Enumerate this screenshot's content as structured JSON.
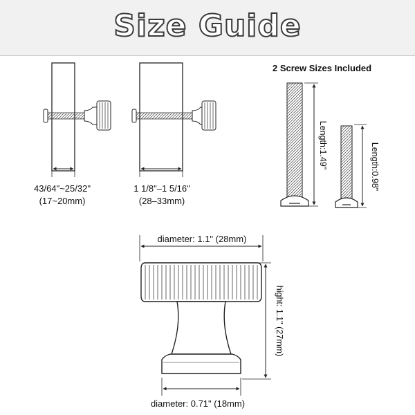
{
  "header": {
    "title": "Size Guide"
  },
  "panels": {
    "thin": {
      "range": "43/64\"~25/32\"",
      "metric": "(17~20mm)"
    },
    "thick": {
      "range": "1 1/8\"–1 5/16\"",
      "metric": "(28–33mm)"
    }
  },
  "screws": {
    "heading": "2 Screw Sizes Included",
    "long_length": "Length:1.49\"",
    "short_length": "Length:0.98\""
  },
  "knob": {
    "top_diameter": "diameter: 1.1\" (28mm)",
    "height": "hight: 1.1\" (27mm)",
    "base_diameter": "diameter: 0.71\" (18mm)"
  }
}
